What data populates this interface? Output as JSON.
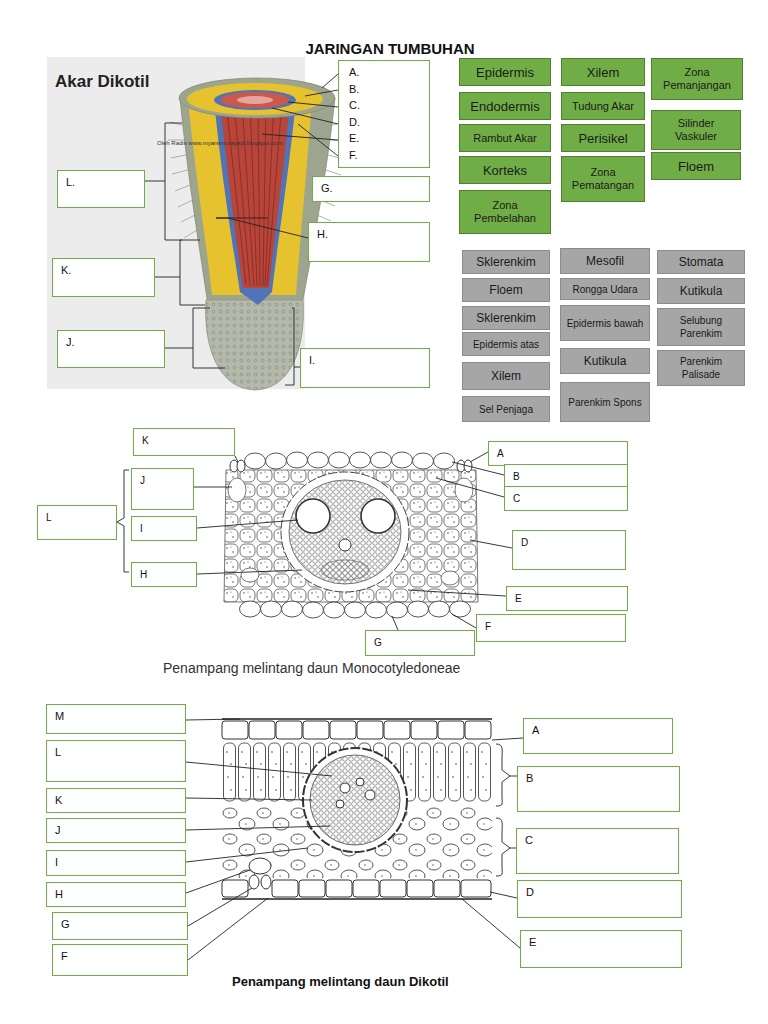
{
  "diagram": {
    "title": "JARINGAN TUMBUHAN",
    "caption": "Penampang melintang daun Dikotil",
    "nodes": [
      {
        "text": [
          "A.",
          "B.",
          "C.",
          "D.",
          "E.",
          "F."
        ]
      },
      {
        "text": [
          "L."
        ]
      },
      {
        "text": [
          "G."
        ]
      },
      {
        "text": [
          "H."
        ]
      },
      {
        "text": [
          "K."
        ]
      },
      {
        "text": [
          "J."
        ]
      },
      {
        "text": [
          "I."
        ]
      },
      {
        "text": [
          "Epidermis"
        ]
      },
      {
        "text": [
          "Xilem"
        ]
      },
      {
        "text": [
          "Zona Pemanjangan"
        ]
      },
      {
        "text": [
          "Endodermis"
        ]
      },
      {
        "text": [
          "Tudung Akar"
        ]
      },
      {
        "text": [
          "Silinder Vaskuler"
        ]
      },
      {
        "text": [
          "Rambut Akar"
        ]
      },
      {
        "text": [
          "Perisikel"
        ]
      },
      {
        "text": [
          "Floem"
        ]
      },
      {
        "text": [
          "Korteks"
        ]
      },
      {
        "text": [
          "Zona Pematangan"
        ]
      },
      {
        "text": [
          "Zona Pembelahan"
        ]
      },
      {
        "text": [
          "Sklerenkim"
        ]
      },
      {
        "text": [
          "Mesofil"
        ]
      },
      {
        "text": [
          "Stomata"
        ]
      },
      {
        "text": [
          "Floem"
        ]
      },
      {
        "text": [
          "Rongga Udara"
        ]
      },
      {
        "text": [
          "Kutikula"
        ]
      },
      {
        "text": [
          "Sklerenkim"
        ]
      },
      {
        "text": [
          "Epidermis bawah"
        ]
      },
      {
        "text": [
          "Selubung Parenkim"
        ]
      },
      {
        "text": [
          "Epidermis atas"
        ]
      },
      {
        "text": [
          "Kutikula"
        ]
      },
      {
        "text": [
          "Parenkim Palisade"
        ]
      },
      {
        "text": [
          "Xilem"
        ]
      },
      {
        "text": [
          "Parenkim Spons"
        ]
      },
      {
        "text": [
          "Sel Penjaga"
        ]
      },
      {
        "text": [
          "K"
        ]
      },
      {
        "text": [
          "A"
        ]
      },
      {
        "text": [
          "B"
        ]
      },
      {
        "text": [
          "C"
        ]
      },
      {
        "text": [
          "J"
        ]
      },
      {
        "text": [
          "D"
        ]
      },
      {
        "text": [
          "I"
        ]
      },
      {
        "text": [
          "L"
        ]
      },
      {
        "text": [
          "H"
        ]
      },
      {
        "text": [
          "E"
        ]
      },
      {
        "text": [
          "F"
        ]
      },
      {
        "text": [
          "G"
        ]
      },
      {
        "text": [
          "M"
        ]
      },
      {
        "text": [
          "A"
        ]
      },
      {
        "text": [
          "L"
        ]
      },
      {
        "text": [
          "B"
        ]
      },
      {
        "text": [
          "K"
        ]
      },
      {
        "text": [
          "J"
        ]
      },
      {
        "text": [
          "C"
        ]
      },
      {
        "text": [
          "I"
        ]
      },
      {
        "text": [
          "H"
        ]
      },
      {
        "text": [
          "D"
        ]
      },
      {
        "text": [
          "G"
        ]
      },
      {
        "text": [
          "E"
        ]
      },
      {
        "text": [
          "F"
        ]
      }
    ],
    "labels": [
      "Akar Dikotil",
      "Oleh Radis www.myarsimurayadi.blogspot.com",
      "Penampang melintang daun Monocotyledoneae"
    ]
  }
}
